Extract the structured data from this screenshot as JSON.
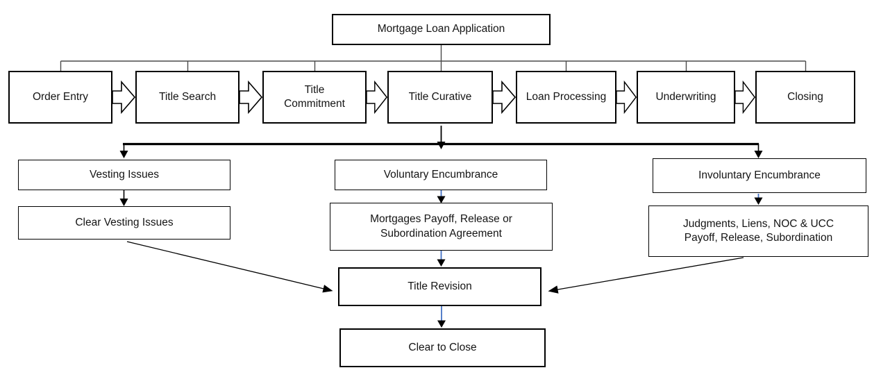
{
  "diagram": {
    "title": "Mortgage Loan Application",
    "pipeline": [
      {
        "label": "Order Entry"
      },
      {
        "label": "Title Search"
      },
      {
        "lines": [
          "Title",
          "Commitment"
        ]
      },
      {
        "label": "Title Curative"
      },
      {
        "label": "Loan Processing"
      },
      {
        "label": "Underwriting"
      },
      {
        "label": "Closing"
      }
    ],
    "branches": {
      "left": {
        "issue": "Vesting Issues",
        "resolution_lines": [
          "Clear Vesting Issues"
        ]
      },
      "center": {
        "issue": "Voluntary Encumbrance",
        "resolution_lines": [
          "Mortgages Payoff, Release or",
          "Subordination Agreement"
        ]
      },
      "right": {
        "issue": "Involuntary Encumbrance",
        "resolution_lines": [
          "Judgments, Liens, NOC & UCC",
          "Payoff, Release, Subordination"
        ]
      }
    },
    "final_steps": {
      "title_revision": "Title Revision",
      "clear_to_close": "Clear to Close"
    },
    "colors": {
      "connector_blue": "#4472C4",
      "connector_black": "#000000",
      "tree_gray": "#4a4a4a"
    }
  }
}
